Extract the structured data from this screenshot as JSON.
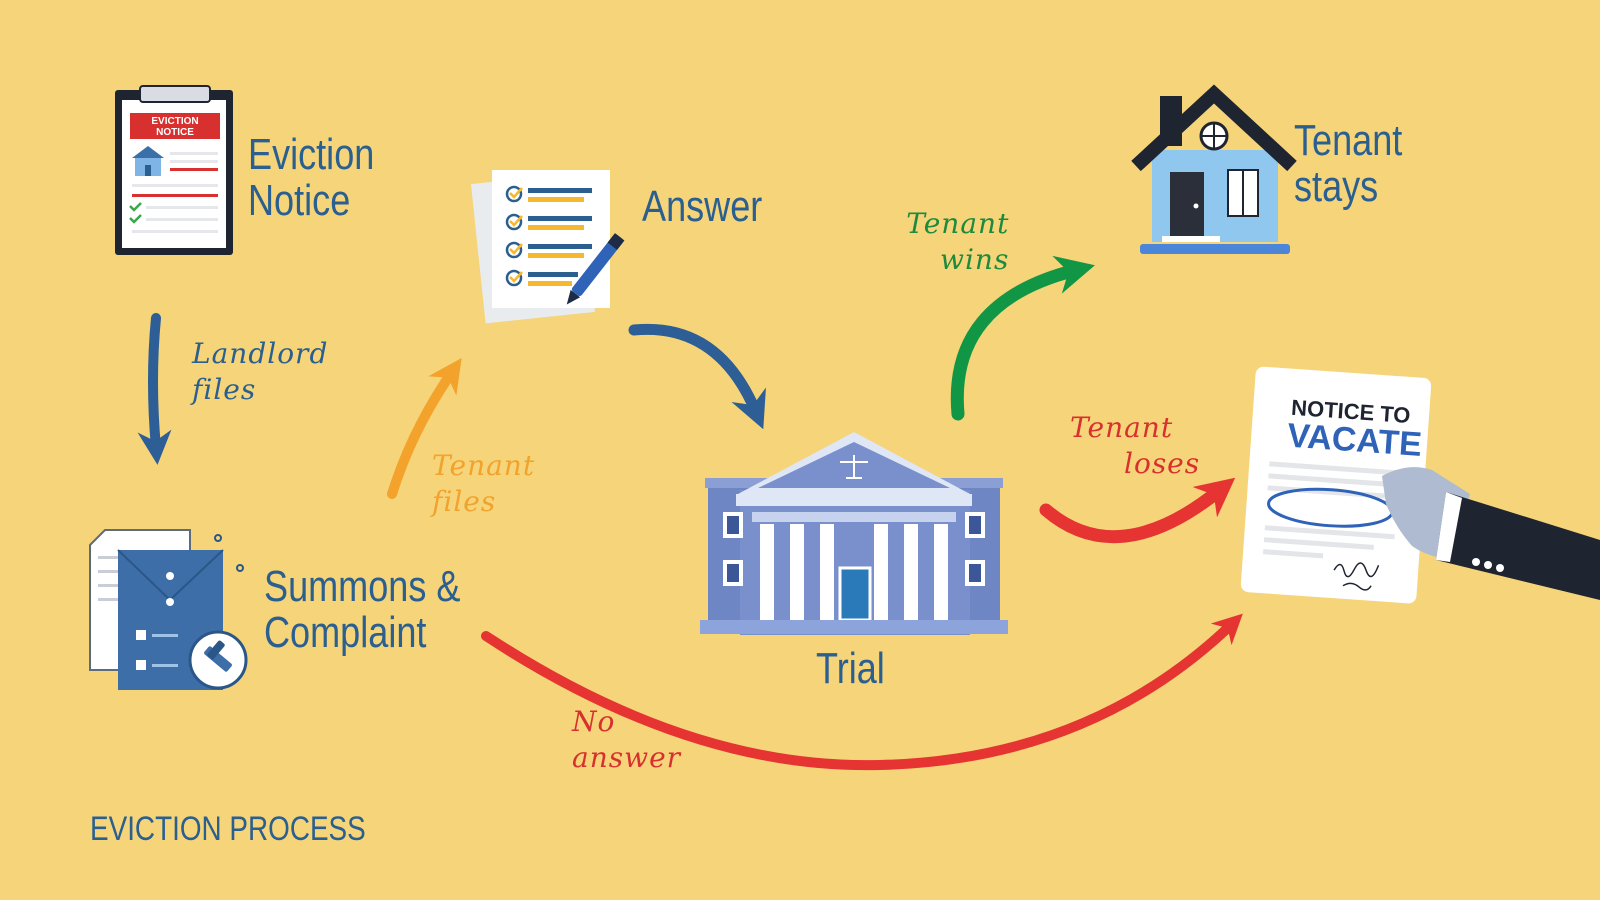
{
  "colors": {
    "background": "#f5d47a",
    "label_blue": "#2a5f8f",
    "arrow_blue": "#2d5e96",
    "arrow_orange": "#f3a22b",
    "arrow_green": "#119646",
    "arrow_red": "#e53431",
    "text_green": "#1d8a3c",
    "text_red": "#d8302f",
    "text_orange": "#f3a22b"
  },
  "nodes": {
    "eviction_notice": {
      "label_line1": "Eviction",
      "label_line2": "Notice",
      "icon": "eviction-notice-clipboard-icon",
      "icon_text_line1": "EVICTION",
      "icon_text_line2": "NOTICE"
    },
    "summons": {
      "label_line1": "Summons &",
      "label_line2": "Complaint",
      "icon": "summons-folder-gavel-icon"
    },
    "answer": {
      "label": "Answer",
      "icon": "checklist-pen-icon"
    },
    "trial": {
      "label": "Trial",
      "icon": "courthouse-icon"
    },
    "tenant_stays": {
      "label_line1": "Tenant",
      "label_line2": "stays",
      "icon": "house-icon"
    },
    "notice_to_vacate": {
      "icon": "notice-to-vacate-document-icon",
      "icon_text_line1": "NOTICE TO",
      "icon_text_line2": "VACATE"
    }
  },
  "edges": {
    "landlord_files": {
      "line1": "Landlord",
      "line2": "files"
    },
    "tenant_files": {
      "line1": "Tenant",
      "line2": "files"
    },
    "tenant_wins": {
      "line1": "Tenant",
      "line2": "wins"
    },
    "tenant_loses": {
      "line1": "Tenant",
      "line2": "loses"
    },
    "no_answer": {
      "line1": "No",
      "line2": "answer"
    }
  },
  "footer": {
    "title": "EVICTION PROCESS"
  }
}
